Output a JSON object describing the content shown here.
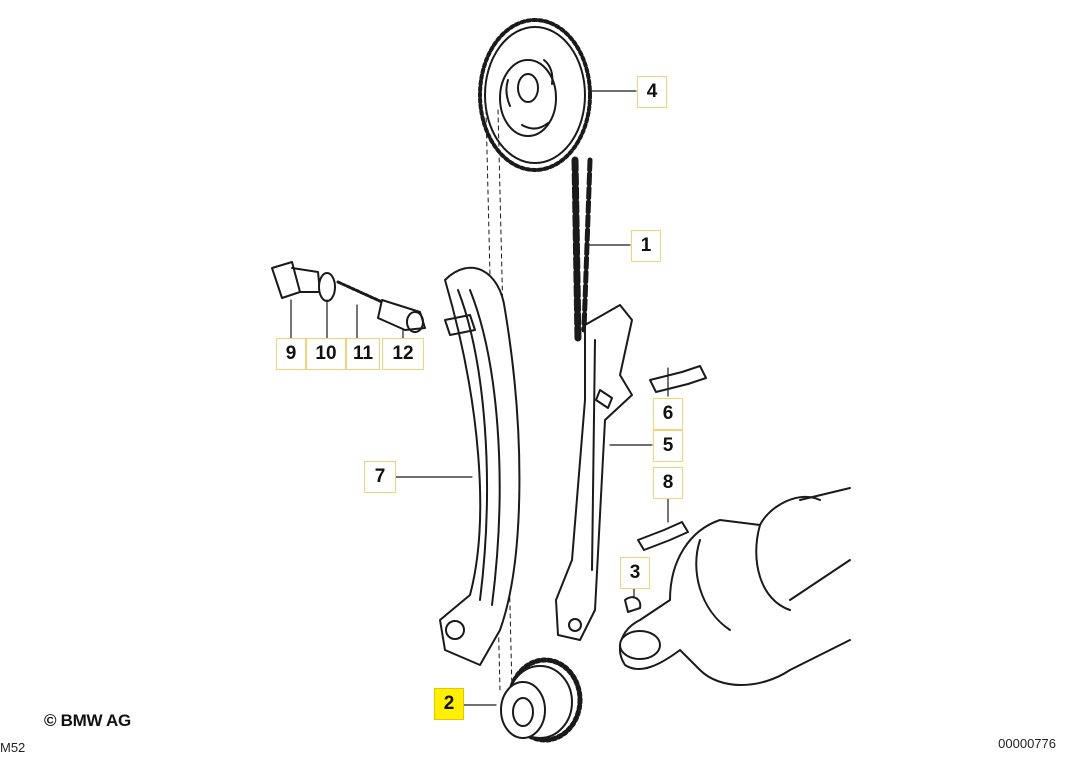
{
  "callouts": [
    {
      "id": "c1",
      "label": "1"
    },
    {
      "id": "c2",
      "label": "2",
      "highlighted": true
    },
    {
      "id": "c3",
      "label": "3"
    },
    {
      "id": "c4",
      "label": "4"
    },
    {
      "id": "c5",
      "label": "5"
    },
    {
      "id": "c6",
      "label": "6"
    },
    {
      "id": "c7",
      "label": "7"
    },
    {
      "id": "c8",
      "label": "8"
    },
    {
      "id": "c9",
      "label": "9"
    },
    {
      "id": "c10",
      "label": "10"
    },
    {
      "id": "c11",
      "label": "11"
    },
    {
      "id": "c12",
      "label": "12"
    }
  ],
  "footer": {
    "copyright": "© BMW AG",
    "model": "M52",
    "doc_number": "00000776"
  },
  "colors": {
    "highlight": "#ffef00",
    "callout_border": "#f3d27a",
    "line": "#1a1a1a"
  }
}
